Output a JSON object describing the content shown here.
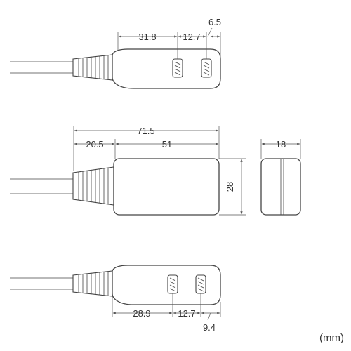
{
  "colors": {
    "line": "#444444",
    "text": "#333333",
    "background": "#ffffff"
  },
  "top_view": {
    "dims": {
      "a": "31.8",
      "b": "12.7",
      "c": "6.5"
    }
  },
  "side_view": {
    "dims": {
      "total": "71.5",
      "cable_side": "20.5",
      "body": "51",
      "height": "28"
    }
  },
  "end_view": {
    "dims": {
      "width": "18"
    }
  },
  "bottom_view": {
    "dims": {
      "a": "28.9",
      "b": "12.7",
      "c": "9.4"
    }
  },
  "unit_label": "(mm)"
}
